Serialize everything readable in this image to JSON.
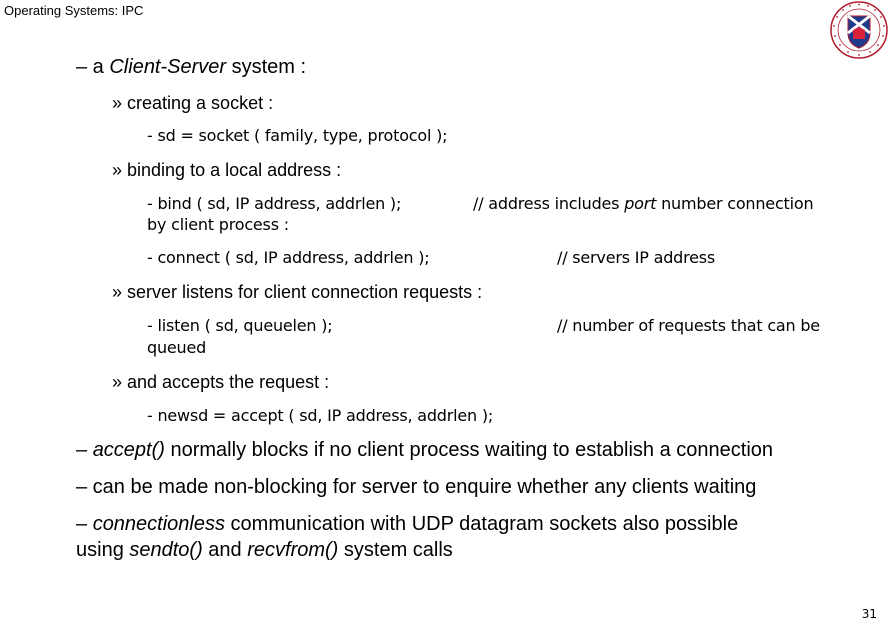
{
  "header": {
    "title": "Operating Systems: IPC"
  },
  "logo": {
    "name": "university-crest"
  },
  "content": {
    "cs_dash": "– a ",
    "cs_italic": "Client-Server",
    "cs_rest": " system :",
    "creating_socket": "» creating a socket :",
    "socket_call": "- sd = socket ( family, type, protocol );",
    "binding": "» binding to a local address :",
    "bind_call": "- bind ( sd, IP address, addrlen );",
    "bind_comment_pre": "// address includes ",
    "bind_comment_italic": "port",
    "bind_comment_post": " number connection",
    "bind_cont": "by client process :",
    "connect_call": "- connect ( sd, IP address, addrlen );",
    "connect_comment": "// servers IP address",
    "listens": "» server listens for client connection requests :",
    "listen_call": "- listen ( sd, queuelen );",
    "listen_comment": "// number of requests that can be",
    "listen_cont": "queued",
    "accepts": "» and accepts the request :",
    "accept_call": "- newsd = accept ( sd, IP address, addrlen );",
    "accept_dash": "– ",
    "accept_italic": "accept()",
    "accept_rest": " normally blocks if no client process waiting to establish a connection",
    "nonblocking": "– can be made non-blocking for server to enquire whether any clients waiting",
    "cl_dash": "– ",
    "cl_italic": "connectionless",
    "cl_rest": " communication with UDP datagram sockets also possible",
    "using": "using ",
    "sendto": "sendto()",
    "and": " and ",
    "recvfrom": "recvfrom()",
    "syscalls": " system calls"
  },
  "footer": {
    "page_number": "31"
  }
}
